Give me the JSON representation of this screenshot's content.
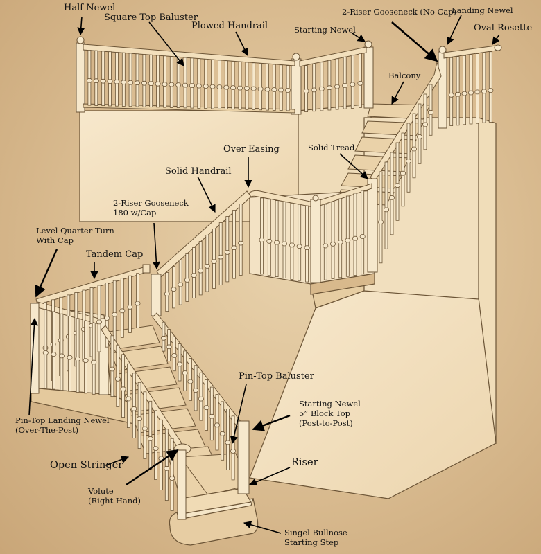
{
  "labels": {
    "half_newel": "Half Newel",
    "square_top_baluster": "Square Top Baluster",
    "plowed_handrail": "Plowed Handrail",
    "starting_newel_top": "Starting Newel",
    "gooseneck_no_cap": "2-Riser Gooseneck (No Cap)",
    "landing_newel": "Landing Newel",
    "oval_rosette": "Oval Rosette",
    "balcony": "Balcony",
    "solid_tread": "Solid Tread",
    "over_easing": "Over Easing",
    "solid_handrail": "Solid Handrail",
    "gooseneck_180_line1": "2-Riser Gooseneck",
    "gooseneck_180_line2": "180 w/Cap",
    "level_quarter_line1": "Level Quarter Turn",
    "level_quarter_line2": "With Cap",
    "tandem_cap": "Tandem Cap",
    "pin_top_baluster": "Pin-Top Baluster",
    "starting_newel_block_line1": "Starting Newel",
    "starting_newel_block_line2": "5” Block Top",
    "starting_newel_block_line3": "(Post-to-Post)",
    "pin_top_landing_newel_line1": "Pin-Top Landing Newel",
    "pin_top_landing_newel_line2": "(Over-The-Post)",
    "open_stringer": "Open Stringer",
    "riser": "Riser",
    "volute_line1": "Volute",
    "volute_line2": "(Right Hand)",
    "bullnose_line1": "Singel Bullnose",
    "bullnose_line2": "Starting Step"
  },
  "colors": {
    "background": "#d9bb90",
    "wall": "#f3e2c4",
    "wood_light": "#f6e8cc",
    "wood_shade": "#d7b786",
    "outline": "#6b5436",
    "text": "#111111",
    "arrow": "#000000"
  }
}
